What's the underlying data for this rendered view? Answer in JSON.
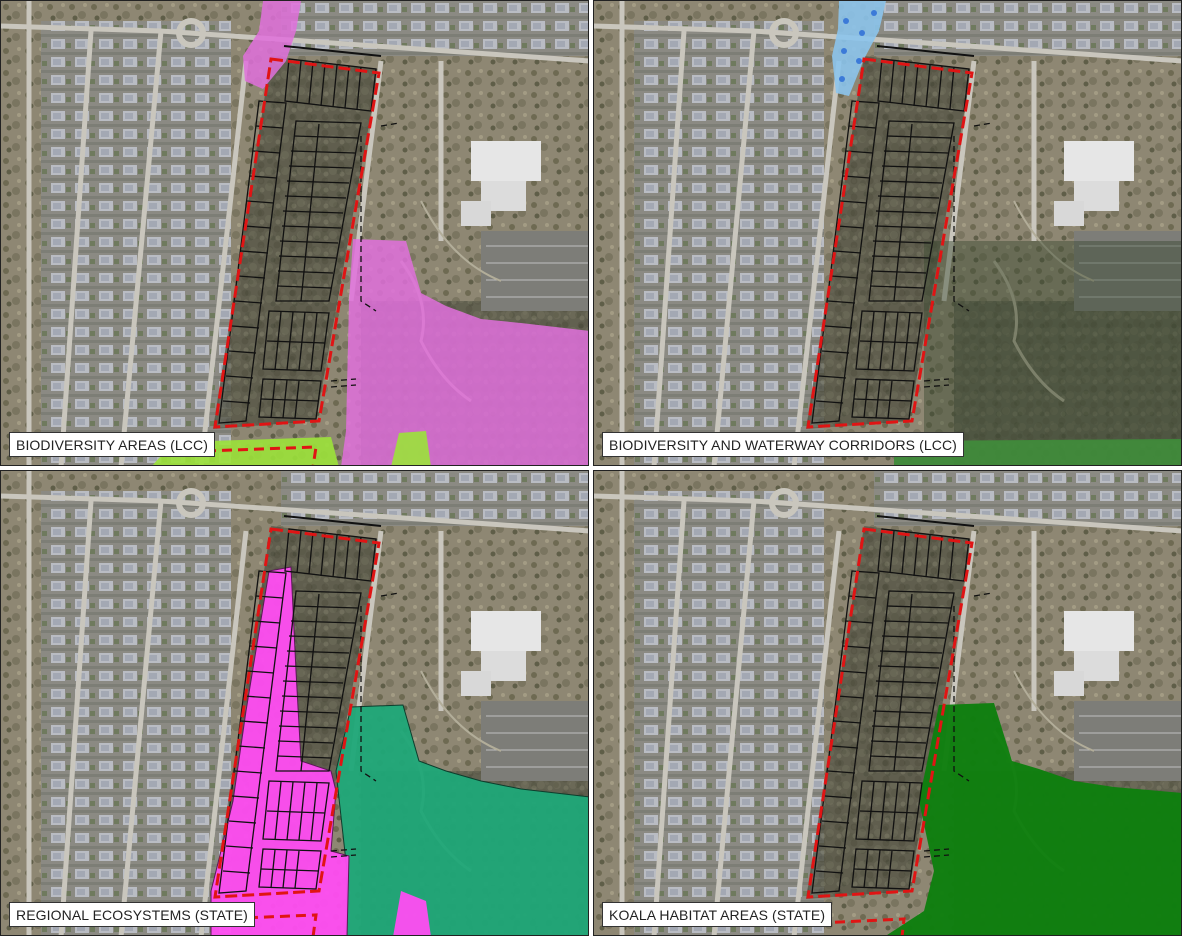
{
  "panels": [
    {
      "id": "biodiversity-areas",
      "label": "BIODIVERSITY AREAS (LCC)",
      "overlay_color": "#e070dc",
      "secondary_color": "#9be23a"
    },
    {
      "id": "waterway-corridors",
      "label": "BIODIVERSITY AND WATERWAY CORRIDORS (LCC)",
      "overlay_color": "#8cc4ec",
      "secondary_color": "#3f8a3a"
    },
    {
      "id": "regional-ecosystems",
      "label": "REGIONAL ECOSYSTEMS (STATE)",
      "overlay_color": "#1fa878",
      "secondary_color": "#ff4df2"
    },
    {
      "id": "koala-habitat",
      "label": "KOALA HABITAT AREAS (STATE)",
      "overlay_color": "#0e7f0e",
      "secondary_color": "#0e7f0e"
    }
  ],
  "colors": {
    "site_boundary": "#e01414",
    "lot_lines": "#111111",
    "aerial_base": "#8c8c80"
  }
}
